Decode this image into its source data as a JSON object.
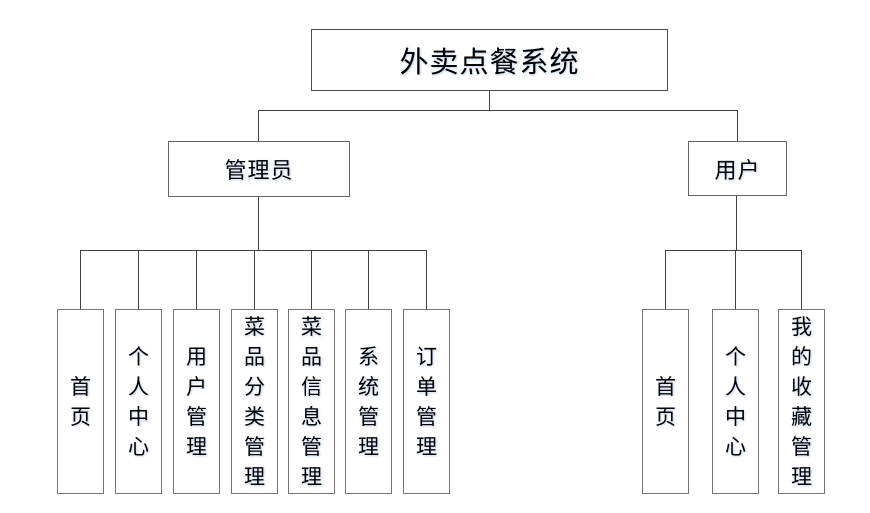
{
  "diagram": {
    "title": "外卖点餐系统",
    "root": {
      "label": "外卖点餐系统"
    },
    "branches": [
      {
        "label": "管理员",
        "children": [
          "首页",
          "个人中心",
          "用户管理",
          "菜品分类管理",
          "菜品信息管理",
          "系统管理",
          "订单管理"
        ]
      },
      {
        "label": "用户",
        "children": [
          "首页",
          "个人中心",
          "我的收藏管理"
        ]
      }
    ],
    "colors": {
      "background": "#ffffff",
      "node_fill": "#ffffff",
      "node_border": "#757575",
      "root_border": "#4d4d4d",
      "connector": "#404040",
      "text": "#000000"
    }
  }
}
